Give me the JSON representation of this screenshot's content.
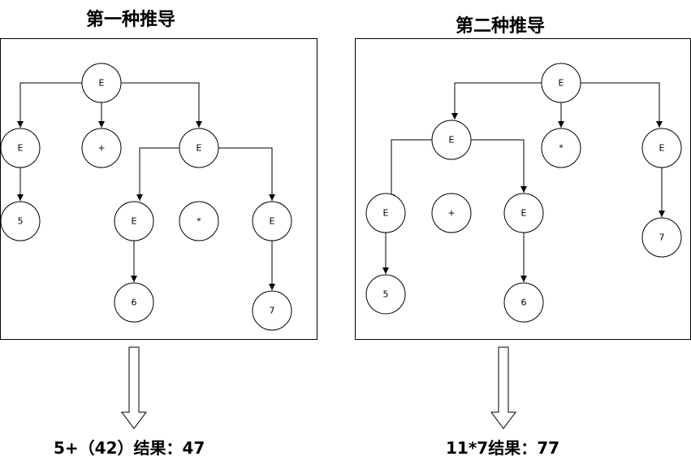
{
  "derivation1": {
    "title": "第一种推导",
    "result": "5+（42）结果：47",
    "nodes": {
      "root": "E",
      "left_e": "E",
      "plus": "+",
      "right_e": "E",
      "five": "5",
      "inner_left_e": "E",
      "times": "*",
      "inner_right_e": "E",
      "six": "6",
      "seven": "7"
    }
  },
  "derivation2": {
    "title": "第二种推导",
    "result": "11*7结果：77",
    "nodes": {
      "root": "E",
      "left_e": "E",
      "times": "*",
      "right_e": "E",
      "inner_left_e": "E",
      "plus": "+",
      "inner_right_e": "E",
      "seven": "7",
      "five": "5",
      "six": "6"
    }
  },
  "colors": {
    "stroke": "#000000",
    "background": "#ffffff"
  }
}
